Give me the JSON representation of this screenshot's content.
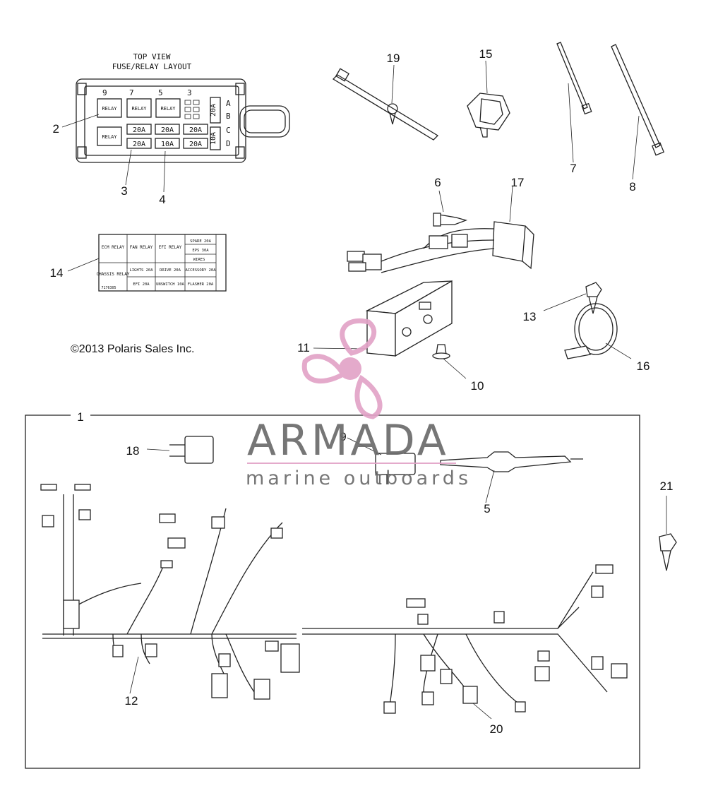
{
  "fuse_box": {
    "title_line1": "TOP VIEW",
    "title_line2": "FUSE/RELAY LAYOUT",
    "top_numbers": [
      "9",
      "7",
      "5",
      "3"
    ],
    "row_letters": [
      "A",
      "B",
      "C",
      "D"
    ],
    "relay_label": "RELAY",
    "fuses_row1": [
      "20A",
      "20A",
      "20A"
    ],
    "fuses_row2": [
      "20A",
      "10A",
      "20A"
    ],
    "side_fuse_a": "20A",
    "side_fuse_d": "10A"
  },
  "decal": {
    "ecm_relay": "ECM RELAY",
    "fan_relay": "FAN RELAY",
    "efi_relay": "EFI RELAY",
    "spare": "SPARE 20A",
    "eps": "EPS 30A",
    "wires": "WIRES",
    "chassis_relay": "CHASSIS RELAY",
    "lights": "LIGHTS 20A",
    "drive": "DRIVE 20A",
    "accessory": "ACCESSORY 20A",
    "efi": "EFI 20A",
    "unswitch": "UNSWITCH 10A",
    "flasher": "FLASHER 20A",
    "part_no": "7176305"
  },
  "copyright": "©2013 Polaris Sales Inc.",
  "callouts": {
    "c1": "1",
    "c2": "2",
    "c3": "3",
    "c4": "4",
    "c5": "5",
    "c6": "6",
    "c7": "7",
    "c8": "8",
    "c9": "9",
    "c10": "10",
    "c11": "11",
    "c12": "12",
    "c13": "13",
    "c14": "14",
    "c15": "15",
    "c16": "16",
    "c17": "17",
    "c18": "18",
    "c19": "19",
    "c20": "20",
    "c21": "21"
  },
  "watermark": {
    "brand": "ARMADA",
    "tagline": "marine outboards",
    "pink": "#e2a3c7",
    "gray": "#6b6b6b"
  }
}
